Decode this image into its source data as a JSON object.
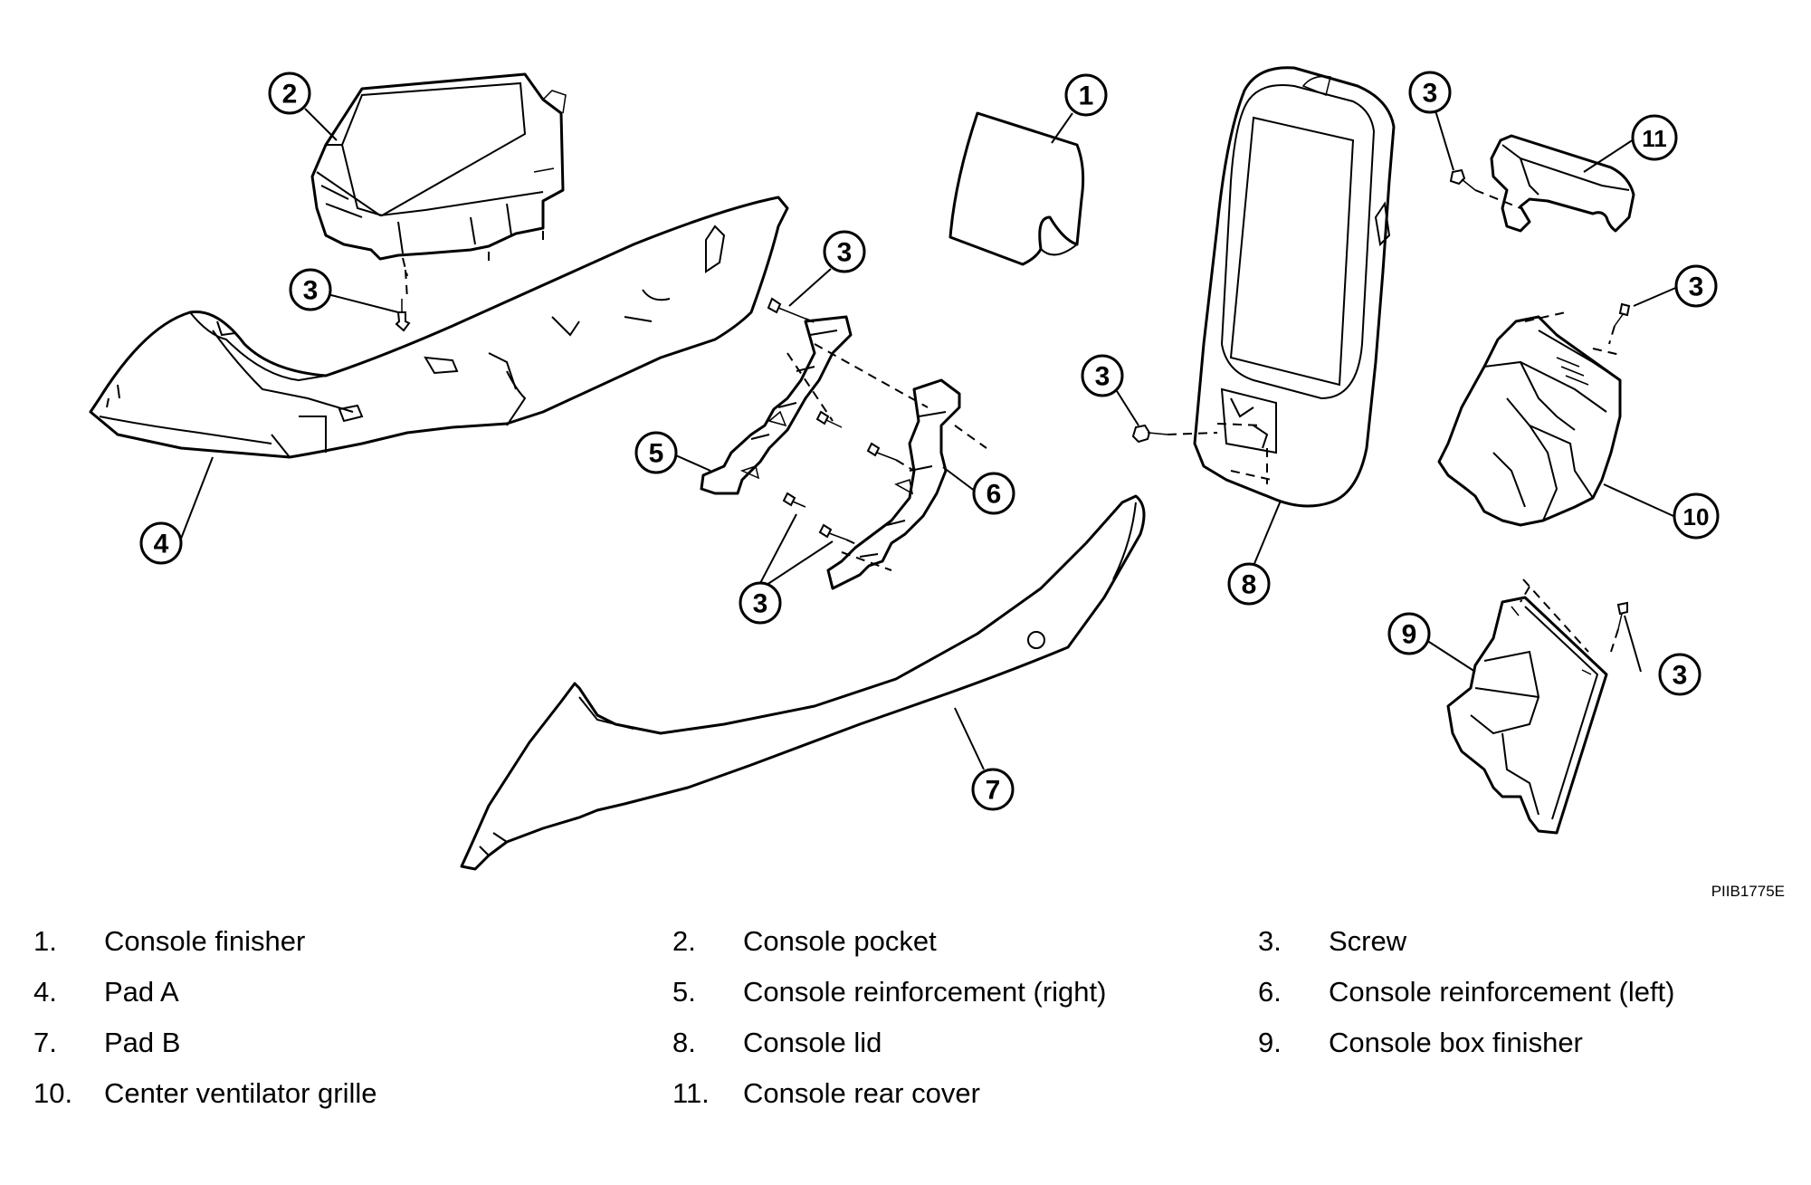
{
  "figure_code": "PIIB1775E",
  "callouts": {
    "c1": "1",
    "c2": "2",
    "c3": "3",
    "c4": "4",
    "c5": "5",
    "c6": "6",
    "c7": "7",
    "c8": "8",
    "c9": "9",
    "c10": "10",
    "c11": "11"
  },
  "legend": [
    {
      "number": "1.",
      "label": "Console finisher"
    },
    {
      "number": "2.",
      "label": "Console pocket"
    },
    {
      "number": "3.",
      "label": "Screw"
    },
    {
      "number": "4.",
      "label": "Pad A"
    },
    {
      "number": "5.",
      "label": "Console reinforcement (right)"
    },
    {
      "number": "6.",
      "label": "Console reinforcement (left)"
    },
    {
      "number": "7.",
      "label": "Pad B"
    },
    {
      "number": "8.",
      "label": "Console lid"
    },
    {
      "number": "9.",
      "label": "Console box finisher"
    },
    {
      "number": "10.",
      "label": "Center ventilator grille"
    },
    {
      "number": "11.",
      "label": "Console rear cover"
    }
  ]
}
